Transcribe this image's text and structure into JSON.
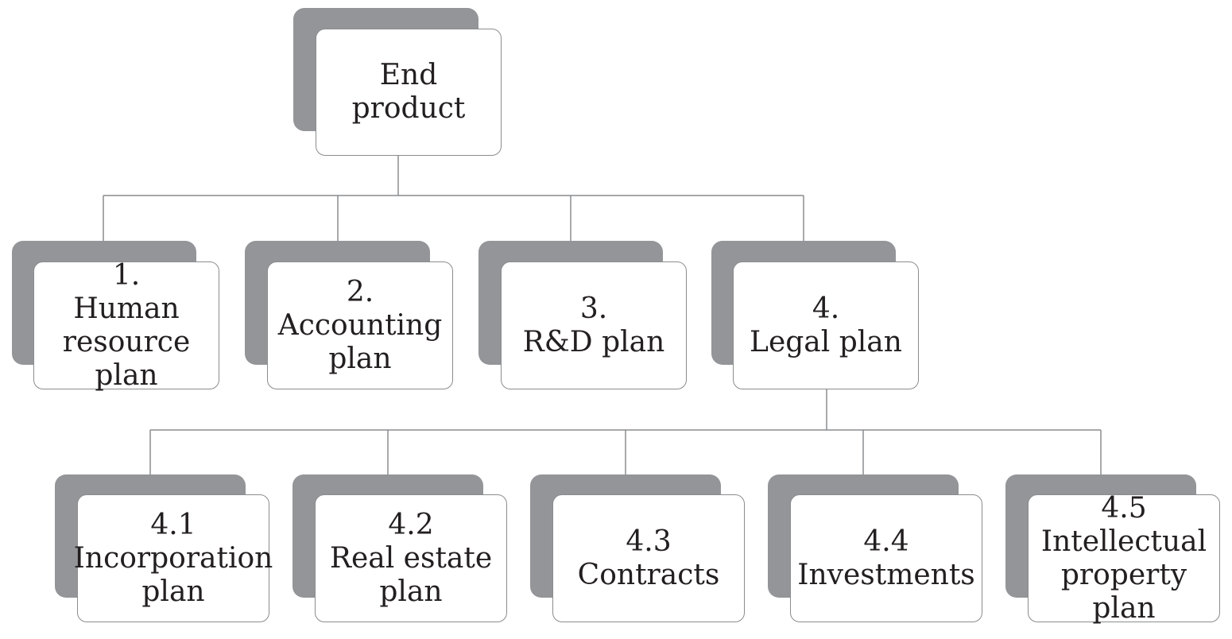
{
  "root": {
    "label": "End\nproduct"
  },
  "level1": [
    {
      "label": "1.\nHuman\nresource plan"
    },
    {
      "label": "2.\nAccounting\nplan"
    },
    {
      "label": "3.\nR&D plan"
    },
    {
      "label": "4.\nLegal plan"
    }
  ],
  "level2": [
    {
      "label": "4.1\nIncorporation\nplan"
    },
    {
      "label": "4.2\nReal estate\nplan"
    },
    {
      "label": "4.3\nContracts"
    },
    {
      "label": "4.4\nInvestments"
    },
    {
      "label": "4.5\nIntellectual\nproperty plan"
    }
  ],
  "colors": {
    "shadow": "#939598",
    "border": "#8a8c8f",
    "line": "#8a8c8f",
    "text": "#231f20"
  }
}
